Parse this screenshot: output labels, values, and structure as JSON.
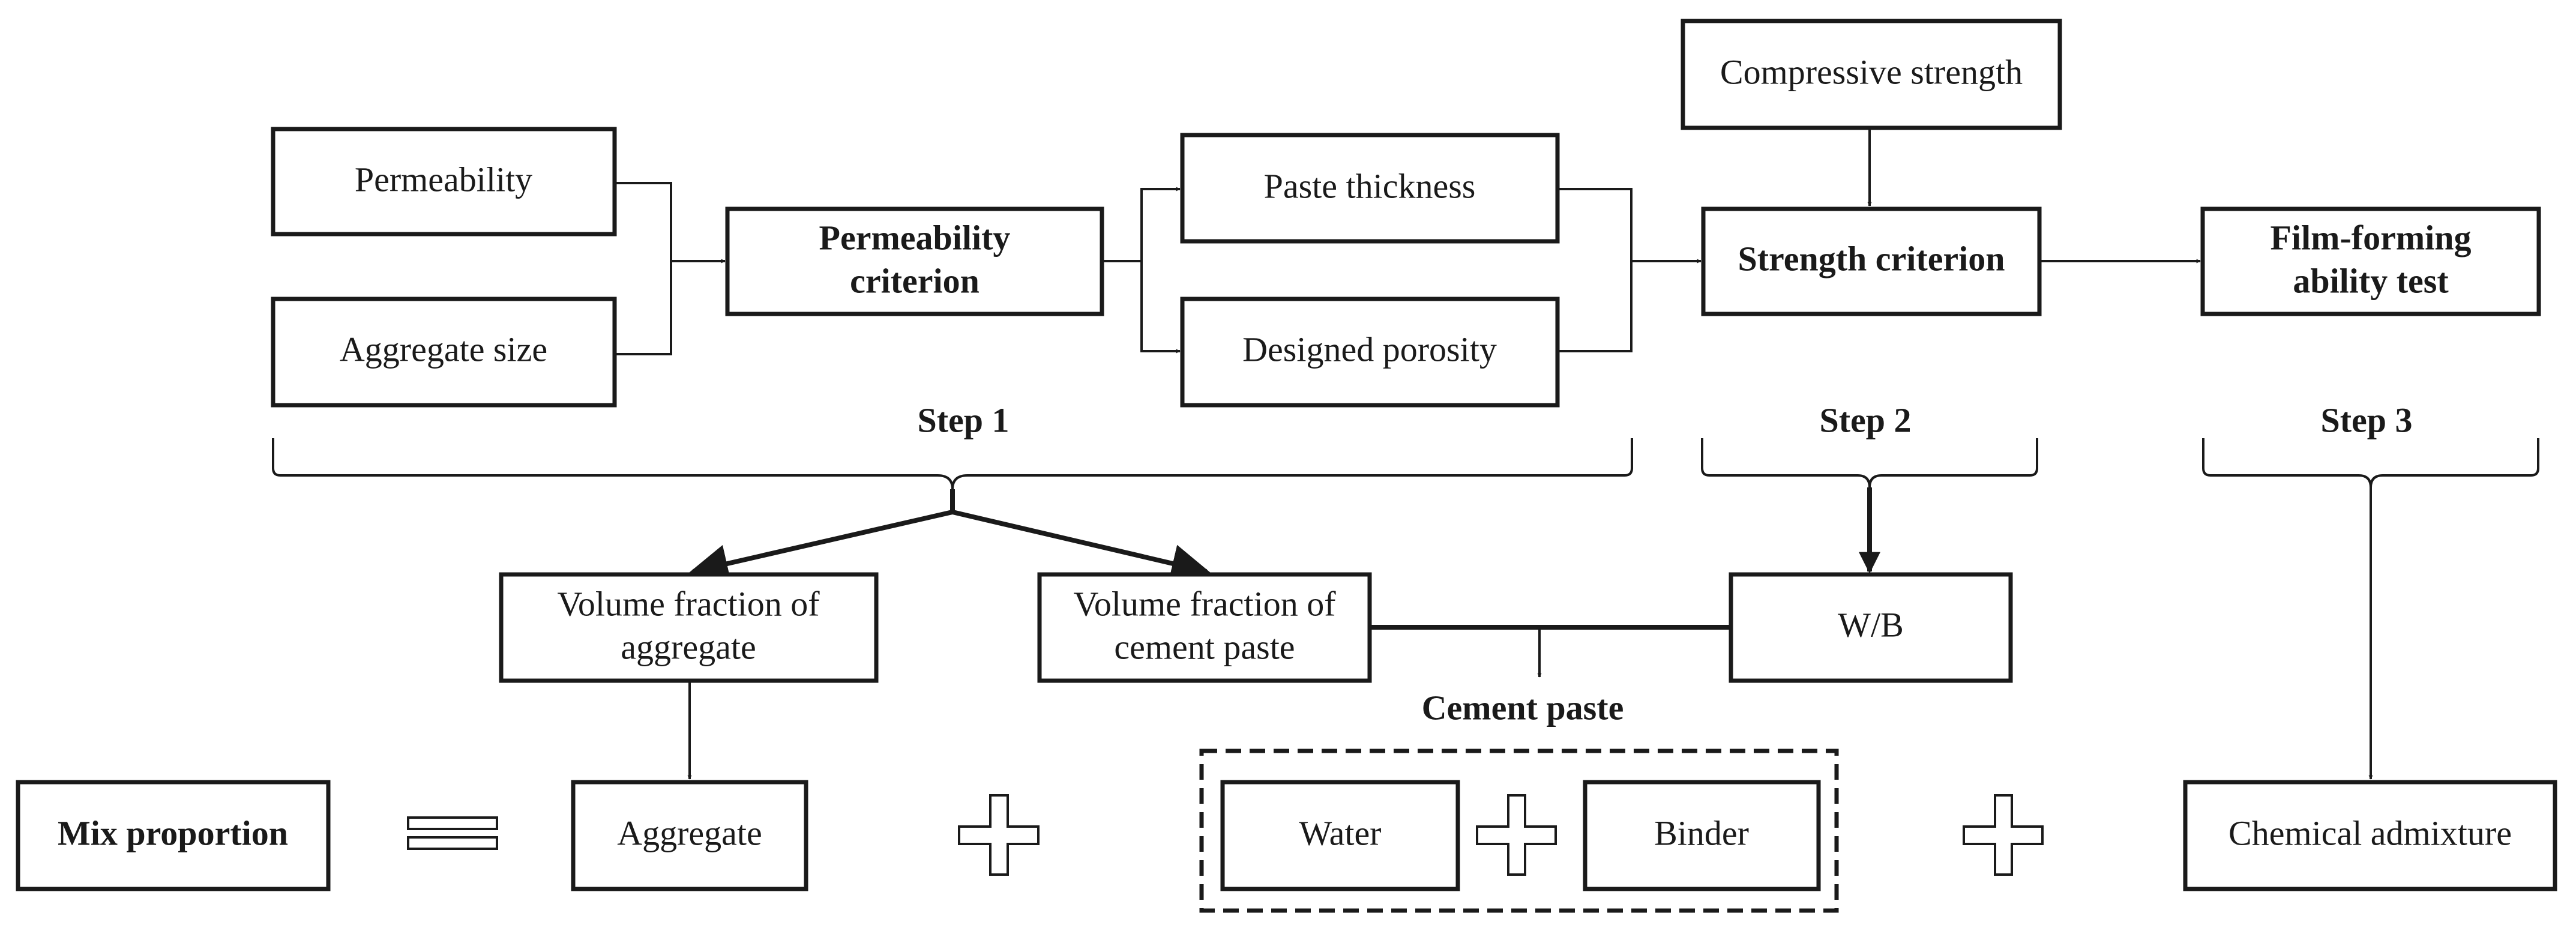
{
  "nodes": {
    "permeability": "Permeability",
    "aggregate_size": "Aggregate size",
    "permeability_criterion": [
      "Permeability",
      "criterion"
    ],
    "paste_thickness": "Paste thickness",
    "designed_porosity": "Designed porosity",
    "compressive_strength": "Compressive strength",
    "strength_criterion": "Strength criterion",
    "film_forming": [
      "Film-forming",
      "ability test"
    ],
    "vf_aggregate": [
      "Volume fraction of",
      "aggregate"
    ],
    "vf_cement_paste": [
      "Volume fraction of",
      "cement paste"
    ],
    "wb": "W/B",
    "cement_paste_group": "Cement paste",
    "mix_proportion": "Mix proportion",
    "aggregate": "Aggregate",
    "water": "Water",
    "binder": "Binder",
    "chemical_admixture": "Chemical admixture"
  },
  "steps": {
    "step1": "Step 1",
    "step2": "Step 2",
    "step3": "Step 3"
  }
}
